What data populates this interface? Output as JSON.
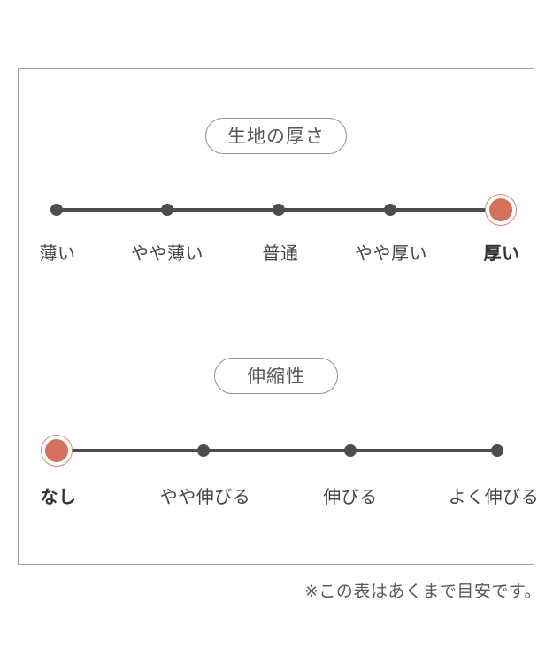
{
  "colors": {
    "accent": "#d5705a",
    "accent_ring": "#d28a76",
    "scale_line": "#4d4d4d",
    "box_border": "#9f9f9f",
    "text": "#454545"
  },
  "thickness": {
    "title": "生地の厚さ",
    "selected": "厚い",
    "selected_index": 4,
    "levels": [
      {
        "label": "薄い",
        "active": false
      },
      {
        "label": "やや薄い",
        "active": false
      },
      {
        "label": "普通",
        "active": false
      },
      {
        "label": "やや厚い",
        "active": false
      },
      {
        "label": "厚い",
        "active": true
      }
    ]
  },
  "stretch": {
    "title": "伸縮性",
    "selected": "なし",
    "selected_index": 0,
    "levels": [
      {
        "label": "なし",
        "active": true
      },
      {
        "label": "やや伸びる",
        "active": false
      },
      {
        "label": "伸びる",
        "active": false
      },
      {
        "label": "よく伸びる",
        "active": false
      }
    ]
  },
  "note": "※この表はあくまで目安です。"
}
